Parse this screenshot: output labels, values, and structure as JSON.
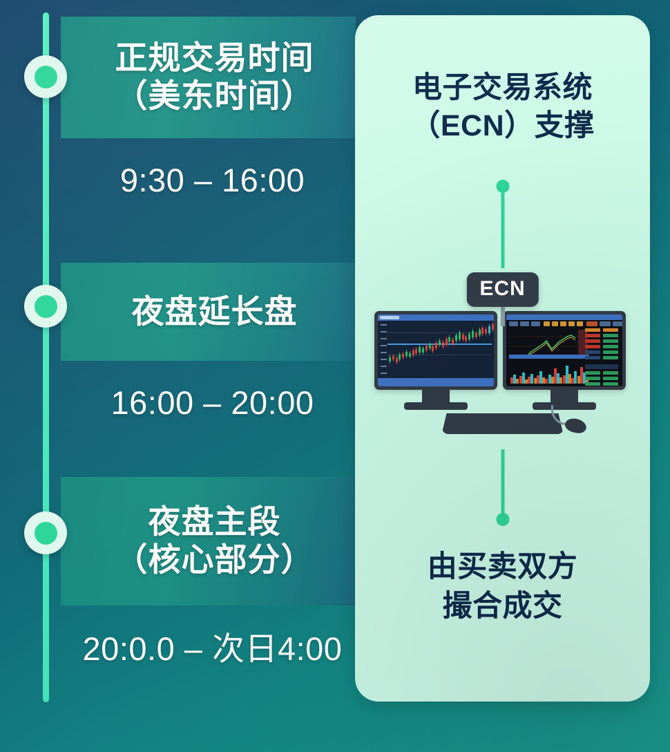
{
  "colors": {
    "bg_top_left": "#16456b",
    "bg_bottom_right": "#1a9b90",
    "accent_green": "#2ed69b",
    "rail_mint": "#4ae8bb",
    "band_teal": "#1d9185",
    "card_mint": "#cdfaea",
    "card_text_navy": "#0e2b4c",
    "badge_dark": "#323c47"
  },
  "timeline": {
    "entries": [
      {
        "marker": "timeline-dot-1",
        "title": "正规交易时间\n（美东时间）",
        "time": "9:30 – 16:00"
      },
      {
        "marker": "timeline-dot-2",
        "title": "夜盘延长盘",
        "time": "16:00 – 20:00"
      },
      {
        "marker": "timeline-dot-3",
        "title": "夜盘主段\n（核心部分）",
        "time": "20:0.0 – 次日4:00"
      }
    ]
  },
  "card": {
    "title": "电子交易系统\n（ECN）支撑",
    "badge_label": "ECN",
    "bottom_text": "由买卖双方\n撮合成交",
    "illustration": {
      "name": "dual-monitor-trading-setup",
      "left_monitor": "candlestick-chart-screen",
      "right_monitor": "trading-terminal-screen",
      "peripherals": [
        "keyboard",
        "mouse"
      ]
    }
  }
}
